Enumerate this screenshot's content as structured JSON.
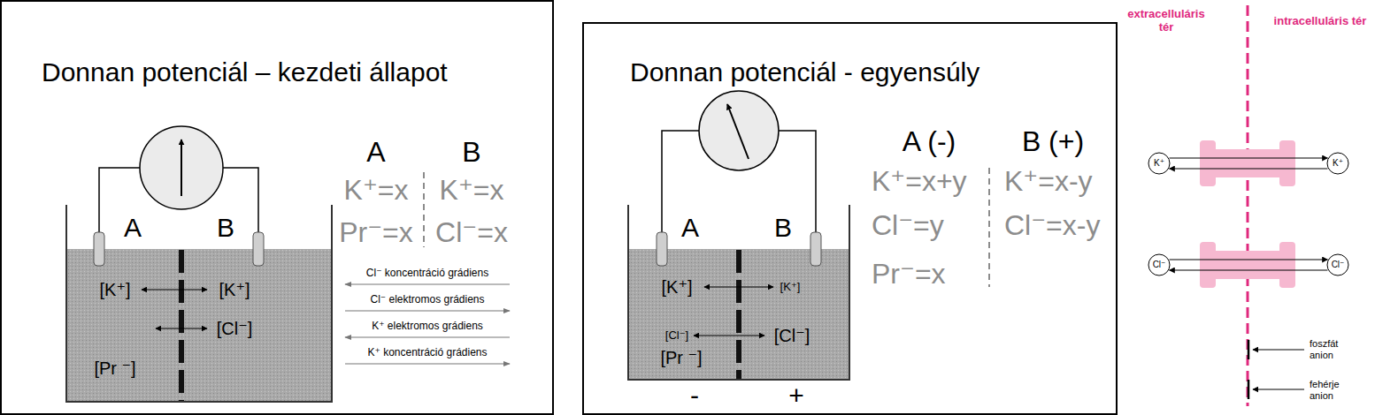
{
  "diagram": {
    "nodes": [
      {
        "text": [
          "Donnan potenciál – kezdeti állapot"
        ]
      },
      {
        "text": [
          "Donnan potenciál - egyensúly"
        ]
      },
      {
        "text": [
          "K⁺"
        ]
      },
      {
        "text": [
          "K⁺"
        ]
      },
      {
        "text": [
          "Cl⁻"
        ]
      },
      {
        "text": [
          "Cl⁻"
        ]
      }
    ],
    "edges": [
      {
        "from": 2,
        "to": 3,
        "arrow": "to"
      },
      {
        "from": 3,
        "to": 2,
        "arrow": "to"
      },
      {
        "from": 4,
        "to": 5,
        "arrow": "to"
      },
      {
        "from": 5,
        "to": 4,
        "arrow": "to"
      }
    ],
    "labels": [
      "A",
      "B",
      "[K⁺]",
      "[K⁺]",
      "[Cl⁻]",
      "[Pr ⁻]",
      "A",
      "B",
      "K⁺=x",
      "K⁺=x",
      "Pr⁻=x",
      "Cl⁻=x",
      "Cl⁻ koncentráció grádiens",
      "Cl⁻ elektromos grádiens",
      "K⁺ elektromos grádiens",
      "K⁺ koncentráció grádiens",
      "A",
      "B",
      "[K⁺]",
      "[K⁺]",
      "[Cl⁻]",
      "[Cl⁻]",
      "[Pr ⁻]",
      "-",
      "+",
      "A (-)",
      "B (+)",
      "K⁺=x+y",
      "K⁺=x-y",
      "Cl⁻=y",
      "Cl⁻=x-y",
      "Pr⁻=x",
      "extracelluláris tér",
      "intracelluláris tér",
      "foszfát anion",
      "fehérje anion"
    ]
  }
}
